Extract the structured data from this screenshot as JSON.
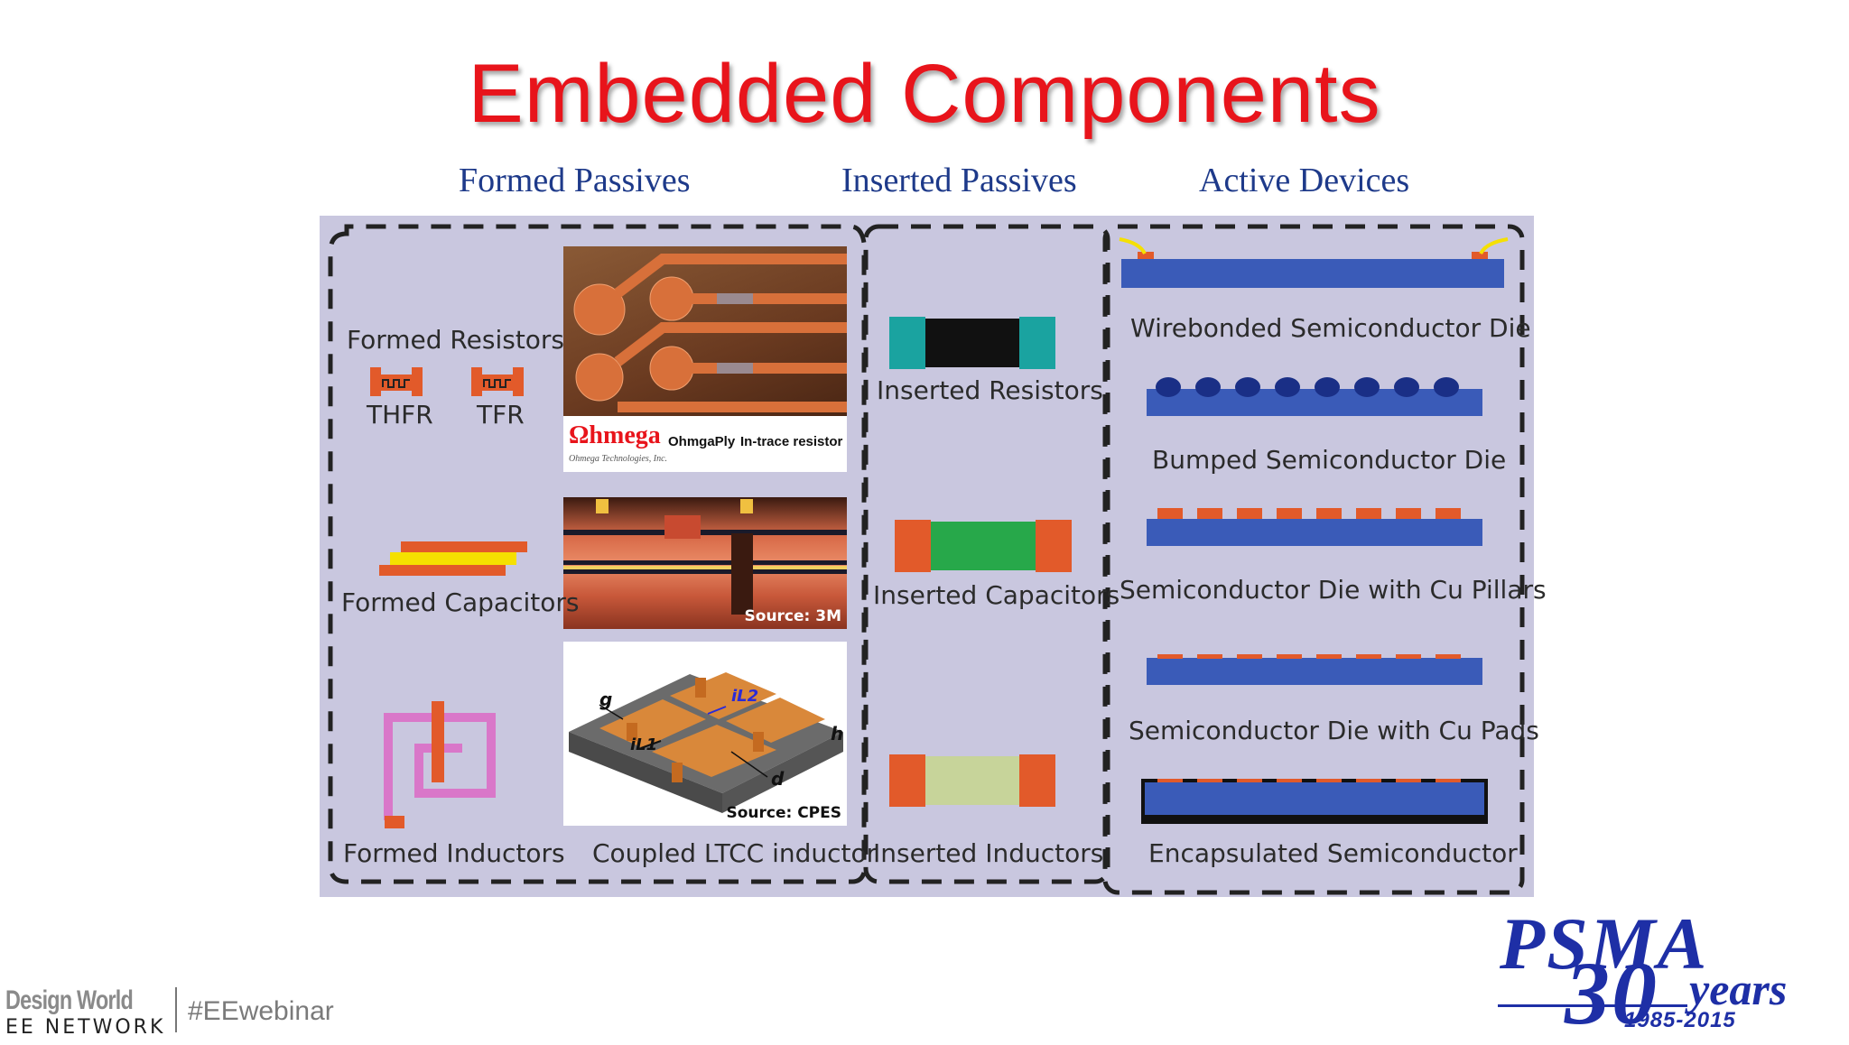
{
  "title": "Embedded Components",
  "columns": {
    "formed": "Formed Passives",
    "inserted": "Inserted Passives",
    "active": "Active Devices"
  },
  "formed": {
    "resistors_label": "Formed Resistors",
    "thfr": "THFR",
    "tfr": "TFR",
    "capacitors_label": "Formed Capacitors",
    "inductors_label": "Formed Inductors",
    "ltcc_label": "Coupled LTCC inductor",
    "ohmega_brand": "Ωhmega",
    "ohmega_sub": "Ohmega Technologies, Inc.",
    "ohmega_product": "OhmgaPly",
    "ohmega_desc": "In-trace resistor",
    "source_3m": "Source: 3M",
    "source_cpes": "Source: CPES",
    "ltcc_g": "g",
    "ltcc_h": "h",
    "ltcc_d": "d",
    "ltcc_il1": "iL1",
    "ltcc_il2": "iL2"
  },
  "inserted": {
    "resistors": "Inserted Resistors",
    "capacitors": "Inserted Capacitors",
    "inductors": "Inserted Inductors"
  },
  "active": {
    "wirebonded": "Wirebonded Semiconductor Die",
    "bumped": "Bumped Semiconductor Die",
    "pillars": "Semiconductor Die with Cu Pillars",
    "pads": "Semiconductor Die with Cu Pads",
    "encapsulated": "Encapsulated Semiconductor"
  },
  "footer": {
    "brand_top": "Design World",
    "brand_bottom": "EE NETWORK",
    "hashtag": "#EEwebinar",
    "psma": "PSMA",
    "psma_30": "30",
    "psma_years": "years",
    "psma_range": "1985-2015"
  },
  "colors": {
    "title": "#e8141b",
    "heading": "#1e3a8a",
    "panel": "#c9c7df",
    "die_blue": "#3a5bb8",
    "copper": "#e25a2a",
    "teal": "#1aa3a0",
    "green": "#27a84a",
    "inductor_body": "#c7d49a",
    "spiral_pink": "#d977c9"
  }
}
